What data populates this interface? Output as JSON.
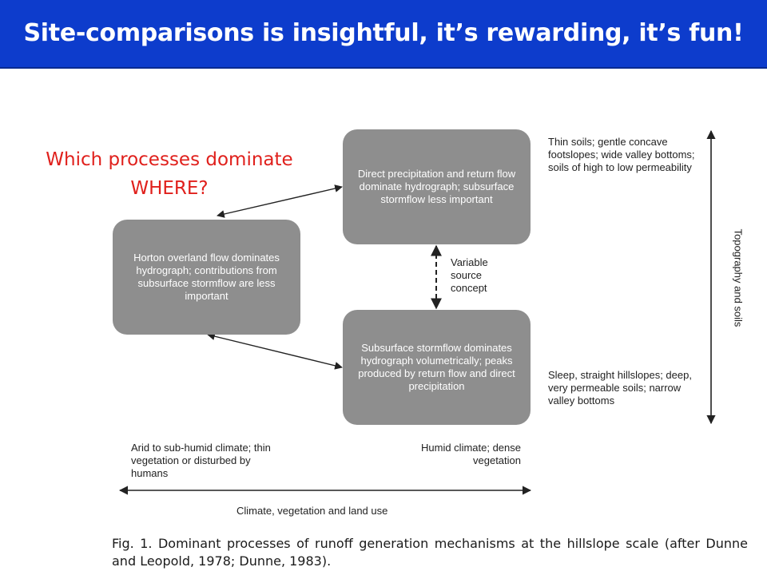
{
  "slide": {
    "title": "Site-comparisons is insightful, it’s rewarding, it’s fun!",
    "question_line1": "Which processes dominate",
    "question_line2": "WHERE?"
  },
  "diagram": {
    "box_direct": "Direct precipitation and return flow dominate hydrograph; subsurface stormflow less important",
    "box_horton": "Horton overland flow dominates hydrograph; contributions from subsurface stormflow are less important",
    "box_subsurface": "Subsurface stormflow dominates hydrograph volumetrically; peaks produced by return flow and direct precipitation",
    "variable_source": "Variable source concept",
    "note_top_right": "Thin soils; gentle concave footslopes; wide valley bottoms; soils of high to low permeability",
    "note_bottom_right": "Sleep, straight hillslopes; deep, very permeable soils; narrow valley bottoms",
    "note_arid": "Arid to sub-humid climate; thin vegetation or disturbed by humans",
    "note_humid": "Humid climate; dense vegetation",
    "x_axis_label": "Climate, vegetation and land use",
    "y_axis_label": "Topography and soils"
  },
  "caption": {
    "text": "Fig. 1. Dominant processes of runoff generation mechanisms at the hillslope scale (after Dunne and Leopold, 1978; Dunne, 1983)."
  },
  "colors": {
    "title_background": "#0d3ccc",
    "box_fill": "#8e8e8e",
    "question_text": "#e0201c"
  }
}
